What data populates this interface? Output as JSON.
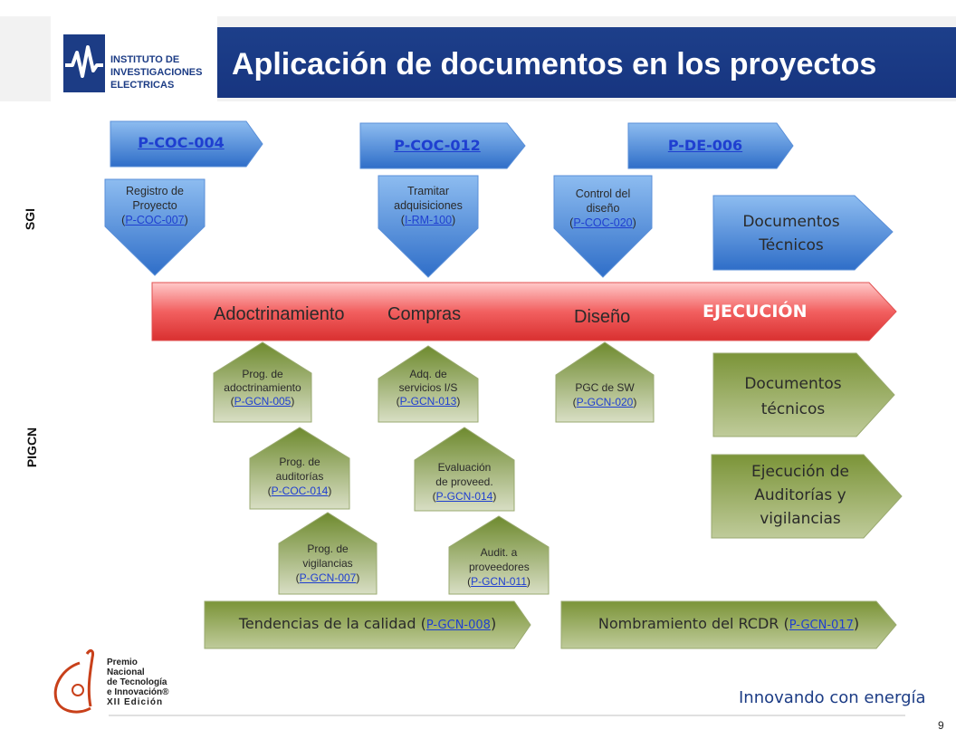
{
  "header": {
    "title": "Aplicación de documentos en los proyectos",
    "logo_lines": [
      "INSTITUTO DE",
      "INVESTIGACIONES",
      "ELECTRICAS"
    ]
  },
  "side_labels": {
    "sgi": "SGI",
    "pigcn": "PIGCN"
  },
  "sgi": {
    "procedures": [
      "P-COC-004",
      "P-COC-012",
      "P-DE-006"
    ],
    "docs": [
      {
        "text": "Registro de Proyecto",
        "code": "P-COC-007"
      },
      {
        "text": "Tramitar adquisiciones",
        "code": "I-RM-100"
      },
      {
        "text": "Control del diseño",
        "code": "P-COC-020"
      }
    ],
    "tech_docs": "Documentos Técnicos"
  },
  "phases": {
    "adoctrinamiento": "Adoctrinamiento",
    "compras": "Compras",
    "diseno": "Diseño",
    "ejecucion": "EJECUCIÓN"
  },
  "pigcn": {
    "docs": [
      {
        "text": "Prog. de adoctrinamiento",
        "code": "P-GCN-005"
      },
      {
        "text": "Adq. de servicios I/S",
        "code": "P-GCN-013"
      },
      {
        "text": "PGC de SW",
        "code": "P-GCN-020"
      },
      {
        "text": "Prog.  de auditorías",
        "code": "P-COC-014"
      },
      {
        "text": "Evaluación de proveed.",
        "code": "P-GCN-014"
      },
      {
        "text": "Prog. de vigilancias",
        "code": "P-GCN-007"
      },
      {
        "text": "Audit. a proveedores",
        "code": "P-GCN-011"
      }
    ],
    "tech_docs": "Documentos técnicos",
    "audits": "Ejecución de Auditorías y vigilancias"
  },
  "bottom": {
    "tendencias": {
      "text": "Tendencias de la calidad (",
      "code": "P-GCN-008",
      "close": ")"
    },
    "nombramiento": {
      "text": "Nombramiento del RCDR (",
      "code": "P-GCN-017",
      "close": ")"
    }
  },
  "footer": {
    "award_lines": [
      "Premio",
      "Nacional",
      "de Tecnología",
      "e Innovación®",
      "XII Edición"
    ],
    "tagline": "Innovando con energía",
    "page": "9"
  },
  "colors": {
    "blue": "#3f7fd0",
    "red": "#e23c3c",
    "green": "#7a913f",
    "header": "#1d3f8a"
  }
}
